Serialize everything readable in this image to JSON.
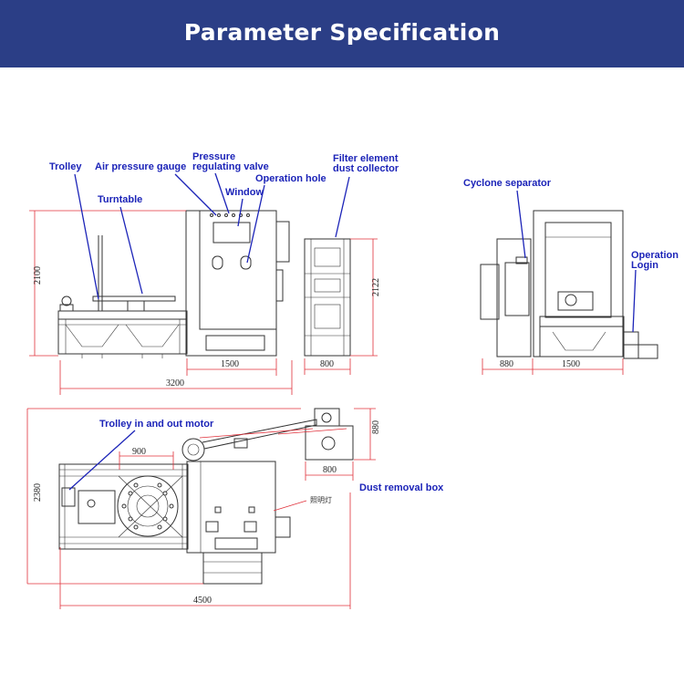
{
  "header": {
    "title": "Parameter Specification"
  },
  "labels": {
    "trolley": "Trolley",
    "air_pressure_gauge": "Air pressure gauge",
    "pressure_valve_line1": "Pressure",
    "pressure_valve_line2": "regulating valve",
    "window": "Window",
    "operation_hole": "Operation hole",
    "turntable": "Turntable",
    "filter_line1": "Filter element",
    "filter_line2": "dust collector",
    "cyclone_separator": "Cyclone separator",
    "operation_login_line1": "Operation",
    "operation_login_line2": "Login",
    "trolley_motor": "Trolley in and out motor",
    "dust_removal_box": "Dust removal box",
    "lighting": "照明灯"
  },
  "dimensions": {
    "front_height": "2100",
    "cabinet_width": "1500",
    "front_total_width": "3200",
    "collector_height": "2122",
    "collector_width": "800",
    "side_depth": "880",
    "side_width": "1500",
    "top_height": "2380",
    "turntable_dia": "900",
    "dust_box_width": "800",
    "dust_box_depth": "880",
    "top_total_width": "4500"
  },
  "colors": {
    "header": "#2b3e86",
    "label_text": "#1c24b8",
    "dimension_line": "#e0303a",
    "drawing_line": "#333333"
  }
}
